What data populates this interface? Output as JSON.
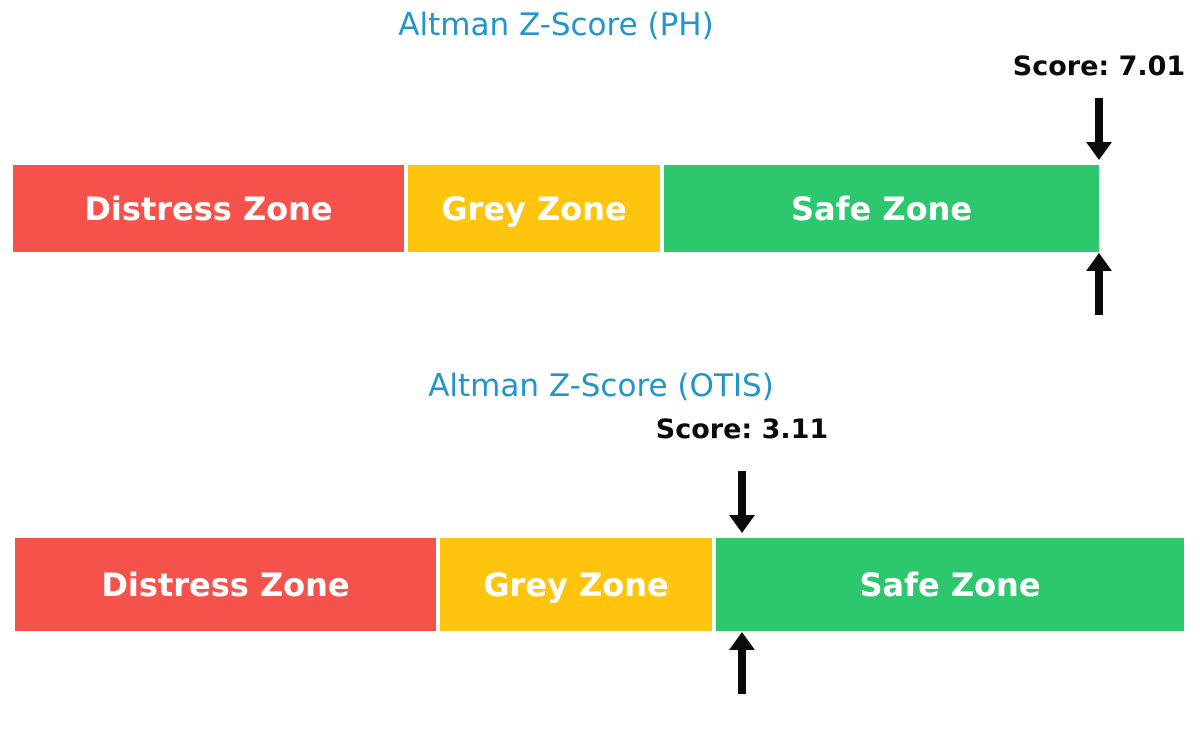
{
  "figure": {
    "background": "#FFFFFF",
    "title_color": "#2296CB",
    "text_color": "#0A0A0A",
    "arrow_color": "#0A0A0A",
    "zone_label_color": "#FFFFFF"
  },
  "chart_data": [
    {
      "type": "bar",
      "title": "Altman Z-Score (PH)",
      "annotation": "Score: 7.01",
      "score": 7.01,
      "axis_range": [
        0,
        5
      ],
      "marker_clamped_to_axis_max": true,
      "legend_position": "none",
      "grid": false,
      "zones": [
        {
          "label": "Distress Zone",
          "from": 0,
          "to": 1.81,
          "color": "#F5524C"
        },
        {
          "label": "Grey Zone",
          "from": 1.81,
          "to": 2.99,
          "color": "#FFC40D"
        },
        {
          "label": "Safe Zone",
          "from": 2.99,
          "to": 5.0,
          "color": "#2DC86E"
        }
      ]
    },
    {
      "type": "bar",
      "title": "Altman Z-Score (OTIS)",
      "annotation": "Score: 3.11",
      "score": 3.11,
      "axis_range": [
        0,
        5
      ],
      "marker_clamped_to_axis_max": false,
      "legend_position": "none",
      "grid": false,
      "zones": [
        {
          "label": "Distress Zone",
          "from": 0,
          "to": 1.81,
          "color": "#F5524C"
        },
        {
          "label": "Grey Zone",
          "from": 1.81,
          "to": 2.99,
          "color": "#FFC40D"
        },
        {
          "label": "Safe Zone",
          "from": 2.99,
          "to": 5.0,
          "color": "#2DC86E"
        }
      ]
    }
  ]
}
